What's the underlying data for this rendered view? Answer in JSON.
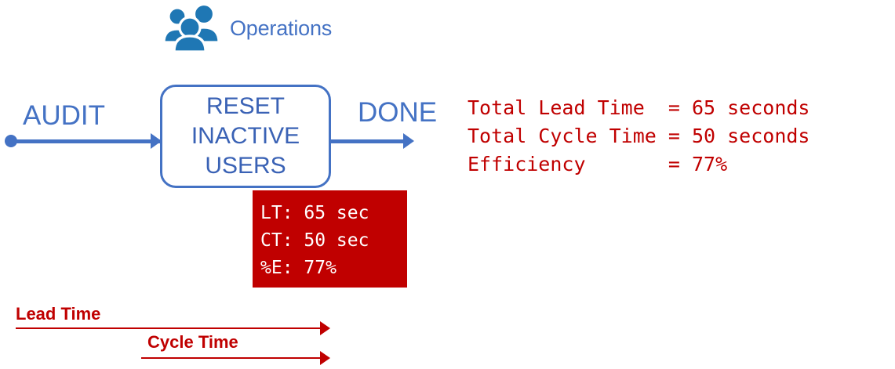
{
  "role": {
    "icon": "people-group-icon",
    "label": "Operations"
  },
  "process": {
    "title_lines": [
      "RESET",
      "INACTIVE",
      "USERS"
    ],
    "input_label": "AUDIT",
    "output_label": "DONE"
  },
  "metrics_box": {
    "rows": [
      "LT: 65 sec",
      "CT: 50 sec",
      "%E: 77%"
    ]
  },
  "summary": {
    "rows": [
      "Total Lead Time  = 65 seconds",
      "Total Cycle Time = 50 seconds",
      "Efficiency       = 77%"
    ]
  },
  "timeline": {
    "lead_time_label": "Lead Time",
    "cycle_time_label": "Cycle Time"
  },
  "colors": {
    "accent_blue": "#4472C4",
    "icon_blue": "#1F77B4",
    "metric_red": "#C00000",
    "background": "#FFFFFF"
  }
}
